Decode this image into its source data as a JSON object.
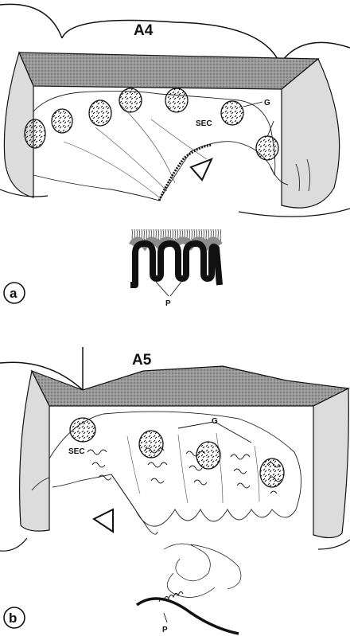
{
  "panel_a": {
    "segment_label": "A4",
    "sec_label": "SEC",
    "g_label": "G",
    "p_label": "P",
    "panel_letter": "a"
  },
  "panel_b": {
    "segment_label": "A5",
    "sec_label": "SEC",
    "g_label": "G",
    "p_label": "P",
    "panel_letter": "b"
  },
  "colors": {
    "line": "#111111",
    "shade": "#8c8c8c",
    "side_face": "#dcdcdc"
  },
  "icons": [
    "arrowhead-outline-icon",
    "circled-letter-icon"
  ]
}
